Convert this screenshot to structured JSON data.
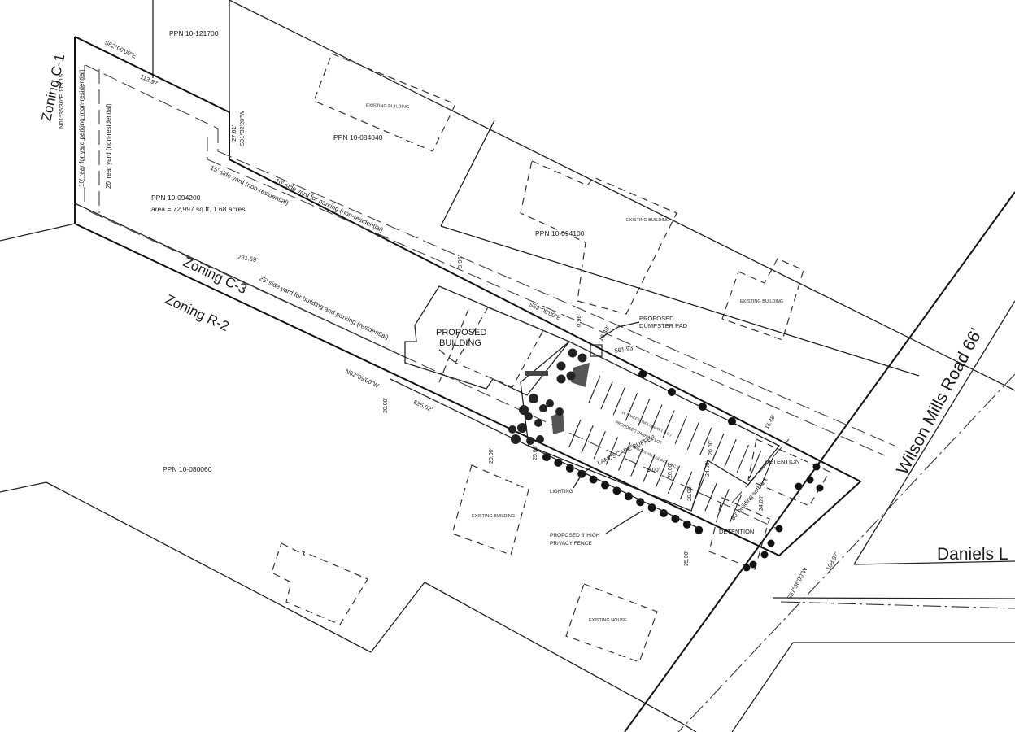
{
  "labels": {
    "ppn_121700": "PPN 10-121700",
    "ppn_084040": "PPN 10-084040",
    "ppn_094200": "PPN 10-094200",
    "area": "area = 72,997 sq.ft. 1.68 acres",
    "ppn_094100": "PPN 10-094100",
    "ppn_080060": "PPN 10-080060",
    "zoning_c1": "Zoning C-1",
    "zoning_c3": "Zoning C-3",
    "zoning_r2": "Zoning R-2",
    "existing_building": "EXISTING BUILDING",
    "existing_house": "EXISTING HOUSE",
    "proposed_building_1": "PROPOSED",
    "proposed_building_2": "BUILDING",
    "dumpster_1": "PROPOSED",
    "dumpster_2": "DUMPSTER PAD",
    "detention": "DETENTION",
    "landscape_buffer": "LANDSCAPE BUFFER",
    "lighting": "LIGHTING",
    "fence_1": "PROPOSED 8' HIGH",
    "fence_2": "PRIVACY FENCE",
    "parking_lot": "PROPOSED PARKING LOT",
    "spaces_1": "16 SPACES (INCLUDING 1 H.C.)",
    "spaces_2": "16 SPACES (INCLUDING 1 H.C.)",
    "road": "Wilson Mills Road 66'",
    "daniels": "Daniels L",
    "rear_yard_10": "10' rear for yard parking (non-residential)",
    "rear_yard_20": "20' rear yard (non-residential)",
    "side_yard_15": "15' side yard (non-residential)",
    "side_yard_10": "10' side yard for parking (non-residential)",
    "side_yard_25": "25' side yard for building and parking (residential)",
    "building_setback": "80' building setback"
  },
  "dimensions": {
    "d_s62_top": "S62°09'00\"E",
    "d_13_97": "113.97",
    "d_w_left": "N01°35'30\"E 113.15'",
    "d_27_61": "27.61'",
    "d_s01": "S01°32'20\"W",
    "d_281": "281.59'",
    "d_96_a": "0.96'",
    "d_96_b": "0.96'",
    "d_s62_mid": "S62°09'00\"E",
    "d_16_48_a": "16.48'",
    "d_561": "561.93'",
    "d_n62": "N62°09'00\"W",
    "d_625": "625.62'",
    "d_20_a": "20.00'",
    "d_20_b": "20.00'",
    "d_25_a": "25.00'",
    "d_20_c": "20.00'",
    "d_24_a": "24.00'",
    "d_20_d": "20.00'",
    "d_9_a": "9.00'",
    "d_20_e": "20.00'",
    "d_24_b": "24.00'",
    "d_16_48_b": "16.48'",
    "d_25_b": "25.00'",
    "d_s37": "S37°36'00\"W",
    "d_108": "108.97'"
  }
}
